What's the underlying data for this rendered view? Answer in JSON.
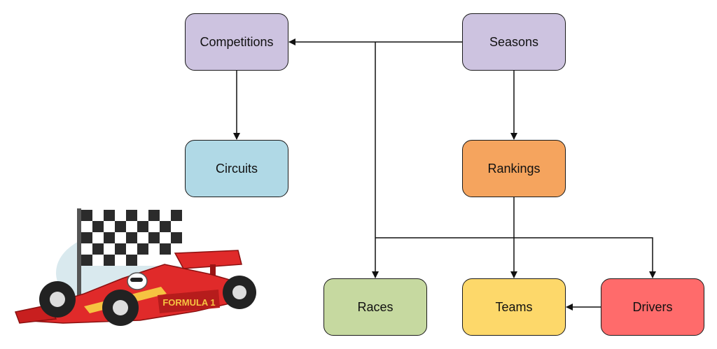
{
  "diagram": {
    "nodes": [
      {
        "id": "competitions",
        "label": "Competitions",
        "color": "#cdc3e0"
      },
      {
        "id": "seasons",
        "label": "Seasons",
        "color": "#cdc3e0"
      },
      {
        "id": "circuits",
        "label": "Circuits",
        "color": "#b0d9e6"
      },
      {
        "id": "rankings",
        "label": "Rankings",
        "color": "#f5a45e"
      },
      {
        "id": "races",
        "label": "Races",
        "color": "#c6d9a0"
      },
      {
        "id": "teams",
        "label": "Teams",
        "color": "#fdd86a"
      },
      {
        "id": "drivers",
        "label": "Drivers",
        "color": "#ff6b6b"
      }
    ],
    "edges": [
      {
        "from": "seasons",
        "to": "competitions"
      },
      {
        "from": "competitions",
        "to": "circuits"
      },
      {
        "from": "seasons",
        "to": "rankings"
      },
      {
        "from": "seasons",
        "to": "races"
      },
      {
        "from": "rankings",
        "to": "teams"
      },
      {
        "from": "rankings",
        "to": "drivers"
      },
      {
        "from": "drivers",
        "to": "teams"
      }
    ],
    "illustration": {
      "icon": "formula-1-race-car-with-checkered-flag",
      "text": "FORMULA 1"
    }
  }
}
